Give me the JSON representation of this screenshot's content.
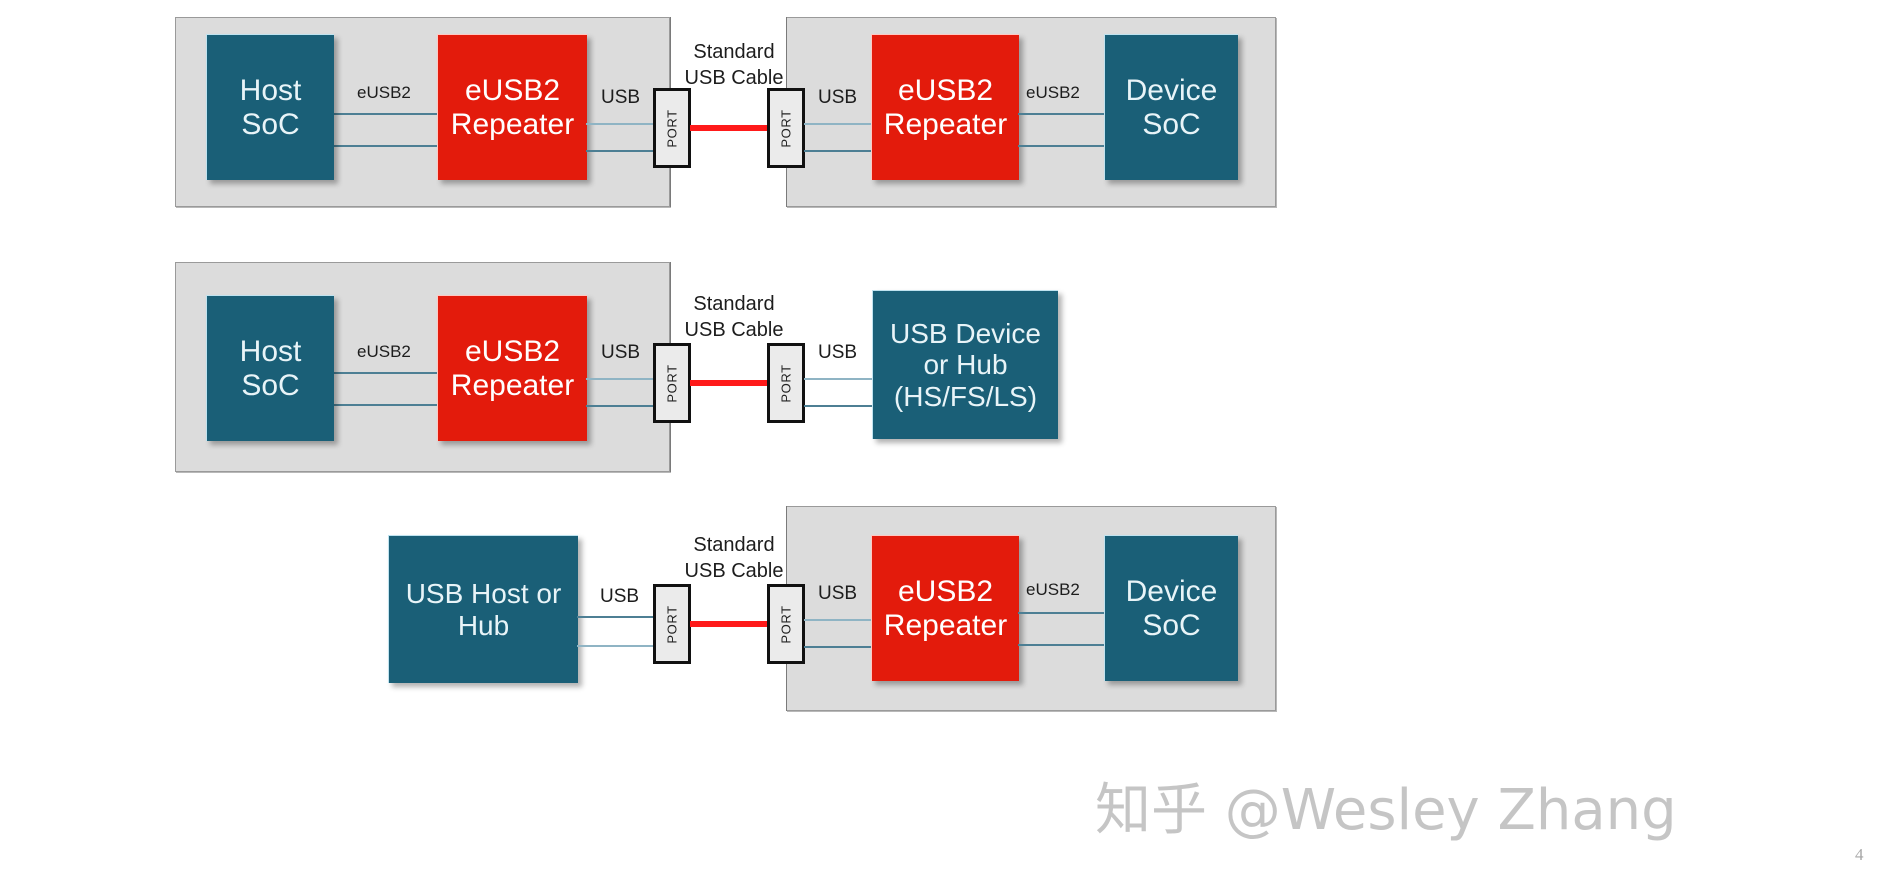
{
  "slide": {
    "page_number": "4",
    "watermark": "知乎 @Wesley Zhang",
    "colors": {
      "soc_blue": "#1a5f77",
      "repeater_red": "#e31b0c",
      "board_grey": "#dcdcdc",
      "cable_red": "#ff1a1a",
      "wire_teal": "#4d7f94",
      "port_fill": "#ebebeb"
    }
  },
  "rows": [
    {
      "id": "row-eusb2-to-eusb2",
      "left_board": {
        "soc": {
          "line1": "Host",
          "line2": "SoC"
        },
        "link_label": "eUSB2",
        "repeater": {
          "line1": "eUSB2",
          "line2": "Repeater"
        },
        "out_label": "USB",
        "port_label": "PORT"
      },
      "cable": {
        "caption_line1": "Standard",
        "caption_line2": "USB Cable"
      },
      "right_board": {
        "port_label": "PORT",
        "in_label": "USB",
        "repeater": {
          "line1": "eUSB2",
          "line2": "Repeater"
        },
        "link_label": "eUSB2",
        "soc": {
          "line1": "Device",
          "line2": "SoC"
        }
      }
    },
    {
      "id": "row-eusb2-to-usb-device",
      "left_board": {
        "soc": {
          "line1": "Host",
          "line2": "SoC"
        },
        "link_label": "eUSB2",
        "repeater": {
          "line1": "eUSB2",
          "line2": "Repeater"
        },
        "out_label": "USB",
        "port_label": "PORT"
      },
      "cable": {
        "caption_line1": "Standard",
        "caption_line2": "USB Cable"
      },
      "right_device": {
        "port_label": "PORT",
        "in_label": "USB",
        "device": {
          "line1": "USB Device",
          "line2": "or Hub",
          "line3": "(HS/FS/LS)"
        }
      }
    },
    {
      "id": "row-usb-host-to-eusb2",
      "left_device": {
        "device": {
          "line1": "USB Host or",
          "line2": "Hub"
        },
        "out_label": "USB",
        "port_label": "PORT"
      },
      "cable": {
        "caption_line1": "Standard",
        "caption_line2": "USB Cable"
      },
      "right_board": {
        "port_label": "PORT",
        "in_label": "USB",
        "repeater": {
          "line1": "eUSB2",
          "line2": "Repeater"
        },
        "link_label": "eUSB2",
        "soc": {
          "line1": "Device",
          "line2": "SoC"
        }
      }
    }
  ]
}
